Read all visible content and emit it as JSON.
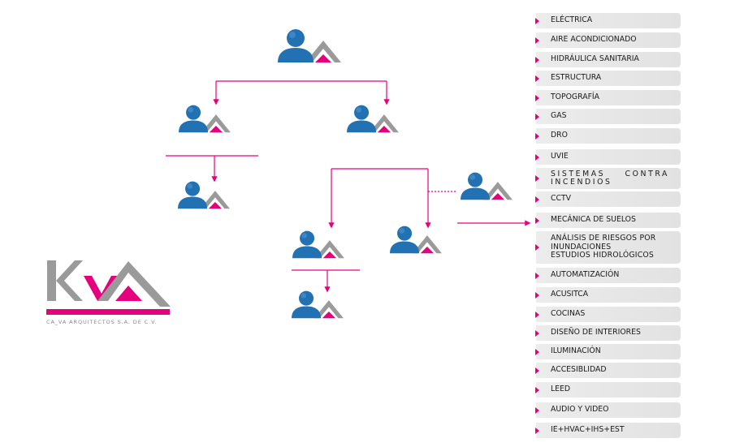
{
  "colors": {
    "magenta": "#e5007d",
    "person_blue": "#2271b3",
    "roof_gray": "#9a9a9a",
    "panel_gray": "#e6e6e6"
  },
  "icons": {
    "node": "person-with-roof-icon",
    "logo": "kva-logo"
  },
  "logo": {
    "caption": "CA_VA ARQUITECTOS S.A. DE C.V."
  },
  "specialties": [
    "ELÉCTRICA",
    "AIRE ACONDICIONADO",
    "HIDRÁULICA SANITARIA",
    "ESTRUCTURA",
    "TOPOGRAFÍA",
    "GAS",
    "DRO",
    "UVIE",
    "SISTEMAS CONTRA INCENDIOS",
    "CCTV",
    "MECÁNICA DE SUELOS",
    "ANÁLISIS DE RIESGOS POR INUNDACIONES\nESTUDIOS HIDROLÓGICOS",
    "AUTOMATIZACIÓN",
    "ACUSITCA",
    "COCINAS",
    "DISEÑO DE INTERIORES",
    "ILUMINACIÓN",
    "ACCESIBLIDAD",
    "LEED",
    "AUDIO Y VIDEO",
    "IE+HVAC+IHS+EST"
  ]
}
